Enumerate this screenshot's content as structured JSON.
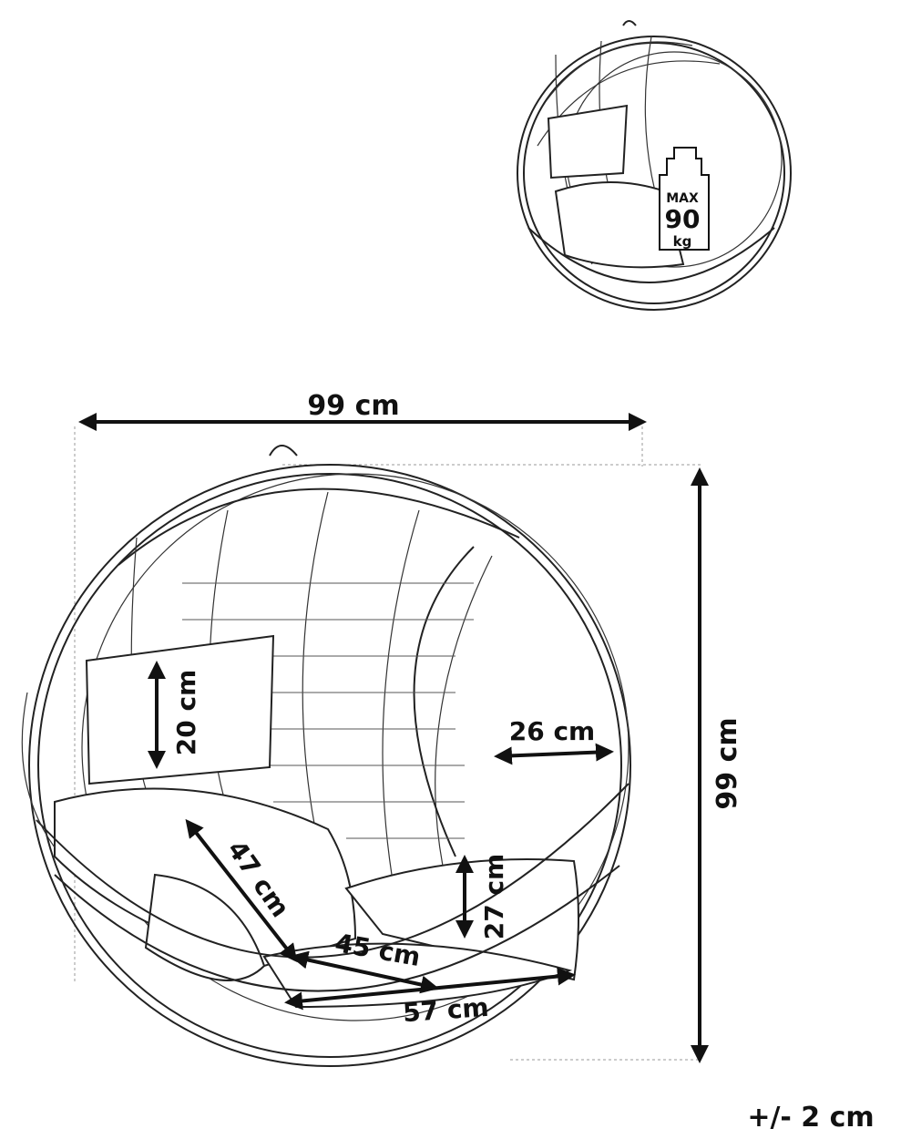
{
  "weight_badge": {
    "max": "MAX",
    "value": "90",
    "unit": "kg"
  },
  "dimensions": {
    "width": "99 cm",
    "height": "99 cm",
    "pillow_height": "20 cm",
    "opening_depth": "26 cm",
    "back_height": "47 cm",
    "armrest_height": "27 cm",
    "seat_depth": "45 cm",
    "seat_width": "57 cm"
  },
  "tolerance": "+/- 2 cm"
}
